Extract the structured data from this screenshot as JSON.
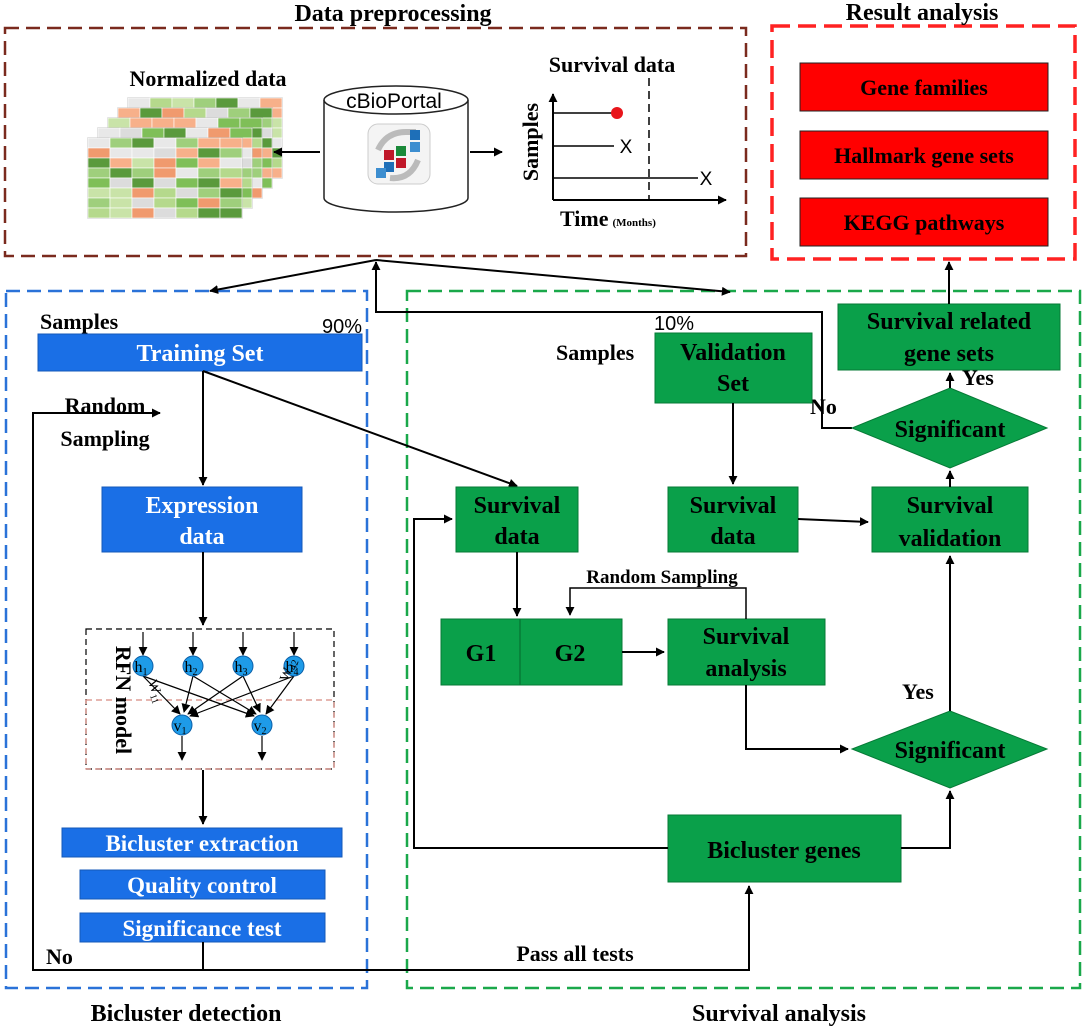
{
  "sections": {
    "data_preprocessing": "Data preprocessing",
    "result_analysis": "Result analysis",
    "bicluster_detection": "Bicluster detection",
    "survival_analysis": "Survival analysis"
  },
  "preprocessing": {
    "normalized_data": "Normalized data",
    "cbioportal": "cBioPortal",
    "survival_data": "Survival data",
    "samples_axis": "Samples",
    "time_axis": "Time",
    "time_unit": "(Months)",
    "event_mark": "X"
  },
  "results": {
    "items": [
      "Gene families",
      "Hallmark gene sets",
      "KEGG pathways"
    ]
  },
  "bicluster": {
    "samples_label": "Samples",
    "percent": "90%",
    "training_set": "Training Set",
    "random_sampling": [
      "Random",
      "Sampling"
    ],
    "expression_data": [
      "Expression",
      "data"
    ],
    "rfn_model": "RFN model",
    "hidden_units": [
      "h",
      "h",
      "h",
      "h"
    ],
    "hidden_subscripts": [
      "1",
      "2",
      "3",
      "4"
    ],
    "visible_units": [
      "v",
      "v"
    ],
    "visible_subscripts": [
      "1",
      "2"
    ],
    "weight_labels": [
      "W",
      "W"
    ],
    "weight_subscripts": [
      "11",
      "42"
    ],
    "steps": [
      "Bicluster extraction",
      "Quality control",
      "Significance test"
    ],
    "no_label": "No"
  },
  "survival": {
    "percent": "10%",
    "samples_label": "Samples",
    "validation_set": [
      "Validation",
      "Set"
    ],
    "survival_data": [
      "Survival",
      "data"
    ],
    "survival_validation": [
      "Survival",
      "validation"
    ],
    "survival_related": [
      "Survival related",
      "gene sets"
    ],
    "significant": "Significant",
    "yes_label": "Yes",
    "no_label": "No",
    "random_sampling": "Random Sampling",
    "groups": [
      "G1",
      "G2"
    ],
    "survival_analysis_box": [
      "Survival",
      "analysis"
    ],
    "bicluster_genes": "Bicluster genes",
    "pass_all_tests": "Pass all tests"
  },
  "colors": {
    "blue": "#1a6fe6",
    "green": "#0aa04a",
    "red": "#ff0000",
    "dark_red_border": "#7a2a1e",
    "blue_border": "#2a72d8",
    "green_border": "#1aa84a",
    "red_border": "#ff2222",
    "node_blue": "#1e9be8"
  }
}
